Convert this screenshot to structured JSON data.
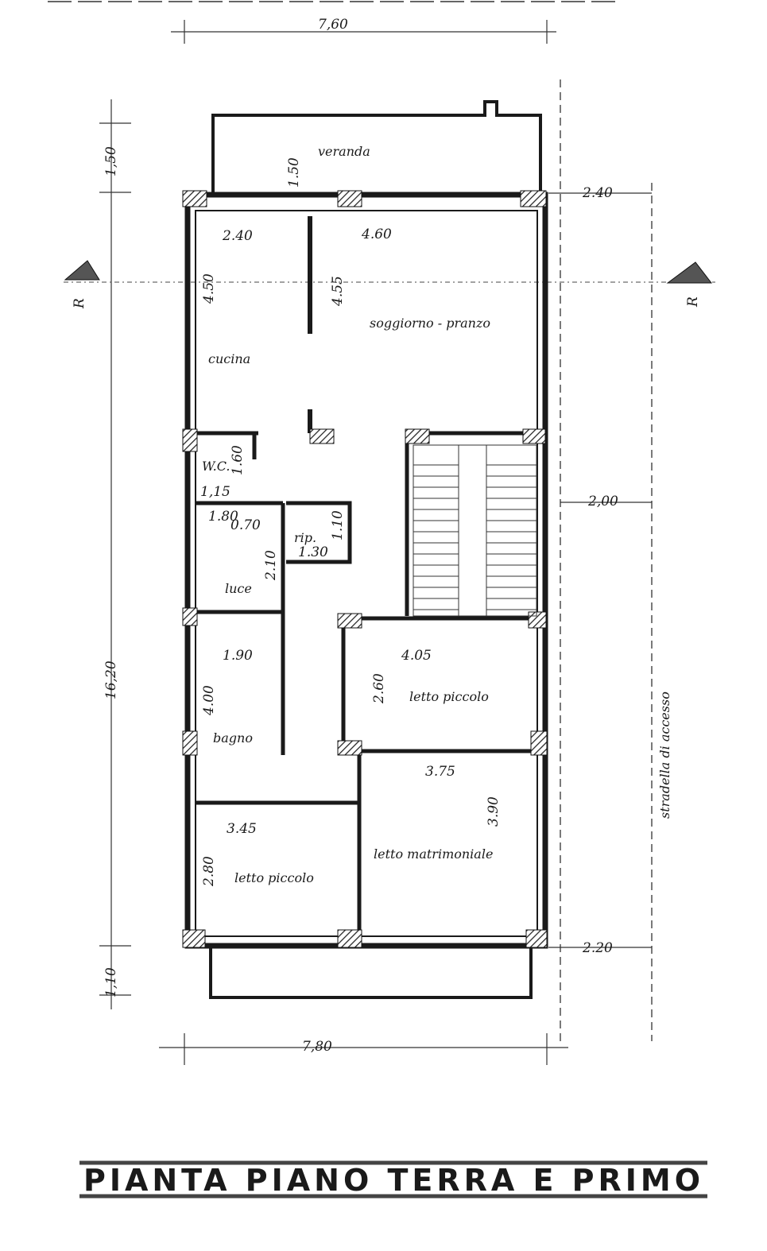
{
  "title": "PIANTA PIANO TERRA E PRIMO",
  "section_marker": "R",
  "street_label": "stradella di accesso",
  "rooms": {
    "veranda": "veranda",
    "cucina": "cucina",
    "soggiorno": "soggiorno - pranzo",
    "wc": "W.C.",
    "rip": "rip.",
    "luce": "luce",
    "bagno": "bagno",
    "letto_piccolo_1": "letto piccolo",
    "letto_matrimoniale": "letto matrimoniale",
    "letto_piccolo_2": "letto piccolo"
  },
  "dimensions": {
    "top_width": "7,60",
    "bottom_width": "7,80",
    "total_depth": "16,20",
    "veranda_depth": "1,50",
    "rear_balcony_depth": "1,10",
    "veranda_inner": "1.50",
    "street_top": "2.40",
    "street_mid": "2,00",
    "street_bottom": "2.20",
    "cucina_w": "2.40",
    "cucina_d": "4.50",
    "soggiorno_w": "4.60",
    "soggiorno_d": "4.55",
    "wc_d": "1.60",
    "wc_w": "1,15",
    "luce_a": "1.80",
    "luce_b": "0.70",
    "luce_c": "2.10",
    "rip_w": "1.30",
    "rip_d": "1.10",
    "bagno_w": "1.90",
    "bagno_d": "4.00",
    "lp1_w": "4.05",
    "lp1_d": "2.60",
    "lm_w": "3.75",
    "lm_d": "3.90",
    "lp2_w": "3.45",
    "lp2_d": "2.80"
  }
}
